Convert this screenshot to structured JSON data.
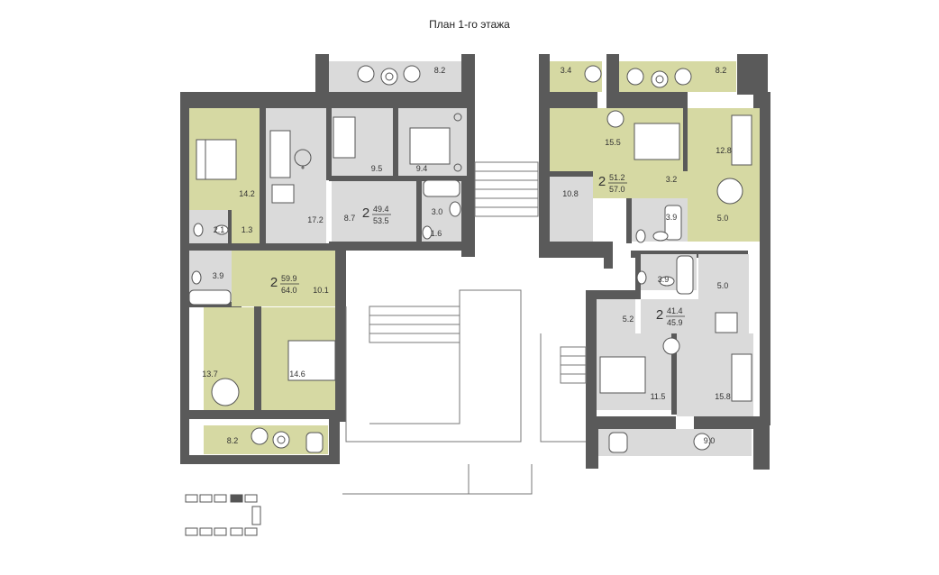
{
  "title": "План 1-го этажа",
  "colors": {
    "apartment_fill": "#d6d9a3",
    "room_fill": "#dadada",
    "wall": "#5a5a5a",
    "background": "#ffffff"
  },
  "apartments": [
    {
      "rooms_count": "2",
      "living_area": "49.4",
      "total_area": "53.5"
    },
    {
      "rooms_count": "2",
      "living_area": "51.2",
      "total_area": "57.0"
    },
    {
      "rooms_count": "2",
      "living_area": "59.9",
      "total_area": "64.0"
    },
    {
      "rooms_count": "2",
      "living_area": "41.4",
      "total_area": "45.9"
    }
  ],
  "room_areas": [
    "8.2",
    "3.4",
    "8.2",
    "14.2",
    "17.2",
    "9.5",
    "9.4",
    "15.5",
    "12.8",
    "3.2",
    "10.8",
    "8.7",
    "3.0",
    "1.6",
    "5.0",
    "2.1",
    "1.3",
    "3.9",
    "3.9",
    "10.1",
    "5.0",
    "5.2",
    "13.7",
    "14.6",
    "11.5",
    "15.8",
    "8.2",
    "9.0",
    "3.9"
  ],
  "icons": {
    "bed": "bed-icon",
    "sofa": "sofa-icon",
    "armchair": "armchair-icon",
    "table": "dining-table-icon",
    "toilet": "toilet-icon",
    "bathtub": "bathtub-icon",
    "sink": "sink-icon",
    "plant": "plant-icon",
    "key_plan": "key-plan-icon"
  }
}
